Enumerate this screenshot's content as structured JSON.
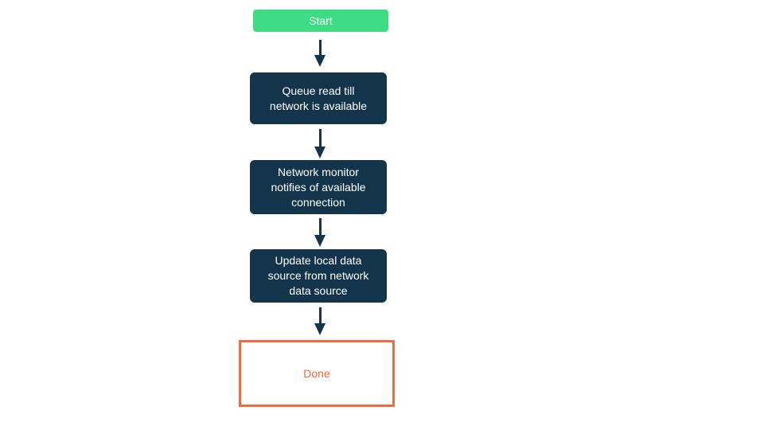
{
  "diagram": {
    "type": "flowchart",
    "nodes": [
      {
        "id": "start",
        "role": "start",
        "shape": "rounded-rect",
        "label": "Start"
      },
      {
        "id": "queue-read",
        "role": "process",
        "shape": "rounded-rect",
        "label": "Queue read till\nnetwork is available"
      },
      {
        "id": "network-monitor",
        "role": "process",
        "shape": "rounded-rect",
        "label": "Network monitor\nnotifies of available\nconnection"
      },
      {
        "id": "update-local-data",
        "role": "process",
        "shape": "rounded-rect",
        "label": "Update local data\nsource from network\ndata source"
      },
      {
        "id": "done",
        "role": "terminal",
        "shape": "rect-outline",
        "label": "Done"
      }
    ],
    "edges": [
      {
        "from": "start",
        "to": "queue-read",
        "style": "arrow-down"
      },
      {
        "from": "queue-read",
        "to": "network-monitor",
        "style": "arrow-down"
      },
      {
        "from": "network-monitor",
        "to": "update-local-data",
        "style": "arrow-down"
      },
      {
        "from": "update-local-data",
        "to": "done",
        "style": "arrow-down"
      }
    ],
    "colors": {
      "start_fill": "#3ddc84",
      "process_fill": "#14344b",
      "arrow": "#14344b",
      "done_border": "#f5693c",
      "done_text": "#f5693c",
      "node_text": "#ffffff",
      "background": "#ffffff"
    }
  }
}
